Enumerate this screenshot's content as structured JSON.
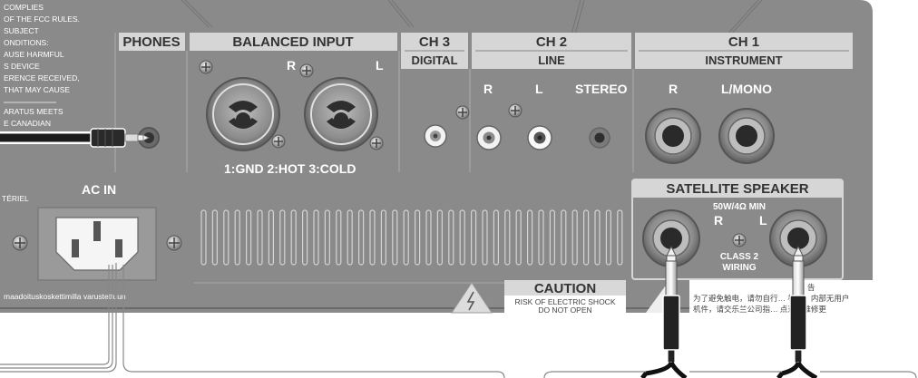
{
  "colors": {
    "panel": "#8a8a8a",
    "header_band": "#d6d6d6",
    "white": "#ffffff",
    "jack_dark": "#2a2a2a"
  },
  "headers": {
    "phones": "PHONES",
    "balanced_input": "BALANCED INPUT",
    "ch3": "CH 3",
    "ch3_sub": "DIGITAL",
    "ch2": "CH 2",
    "ch2_sub": "LINE",
    "ch1": "CH 1",
    "ch1_sub": "INSTRUMENT",
    "satellite": "SATELLITE SPEAKER"
  },
  "labels": {
    "bal_r": "R",
    "bal_l": "L",
    "pinout": "1:GND  2:HOT  3:COLD",
    "ch2_r": "R",
    "ch2_l": "L",
    "ch2_stereo": "STEREO",
    "ch1_r": "R",
    "ch1_lmono": "L/MONO",
    "ac_in": "AC IN",
    "sat_rating": "50W/4Ω MIN",
    "sat_r": "R",
    "sat_l": "L",
    "class2_line1": "CLASS 2",
    "class2_line2": "WIRING",
    "caution_title": "CAUTION",
    "caution_line1": "RISK OF ELECTRIC SHOCK",
    "caution_line2": "DO NOT OPEN",
    "cn_warning_title": "告",
    "cn_line1": "为了避免触电，请勿自行… 机壳，内部无用户",
    "cn_line2": "机件，请交乐兰公司指… 点进行维修更",
    "fi_notice": "maadoituskoskettimilla varustettuun"
  },
  "fcc_text": [
    "COMPLIES",
    "OF THE FCC RULES.",
    "SUBJECT",
    "ONDITIONS:",
    "AUSE HARMFUL",
    "S DEVICE",
    "ERENCE RECEIVED,",
    "THAT MAY CAUSE",
    "ARATUS MEETS",
    "E CANADIAN"
  ],
  "materiel_text": "TÉRIEL"
}
